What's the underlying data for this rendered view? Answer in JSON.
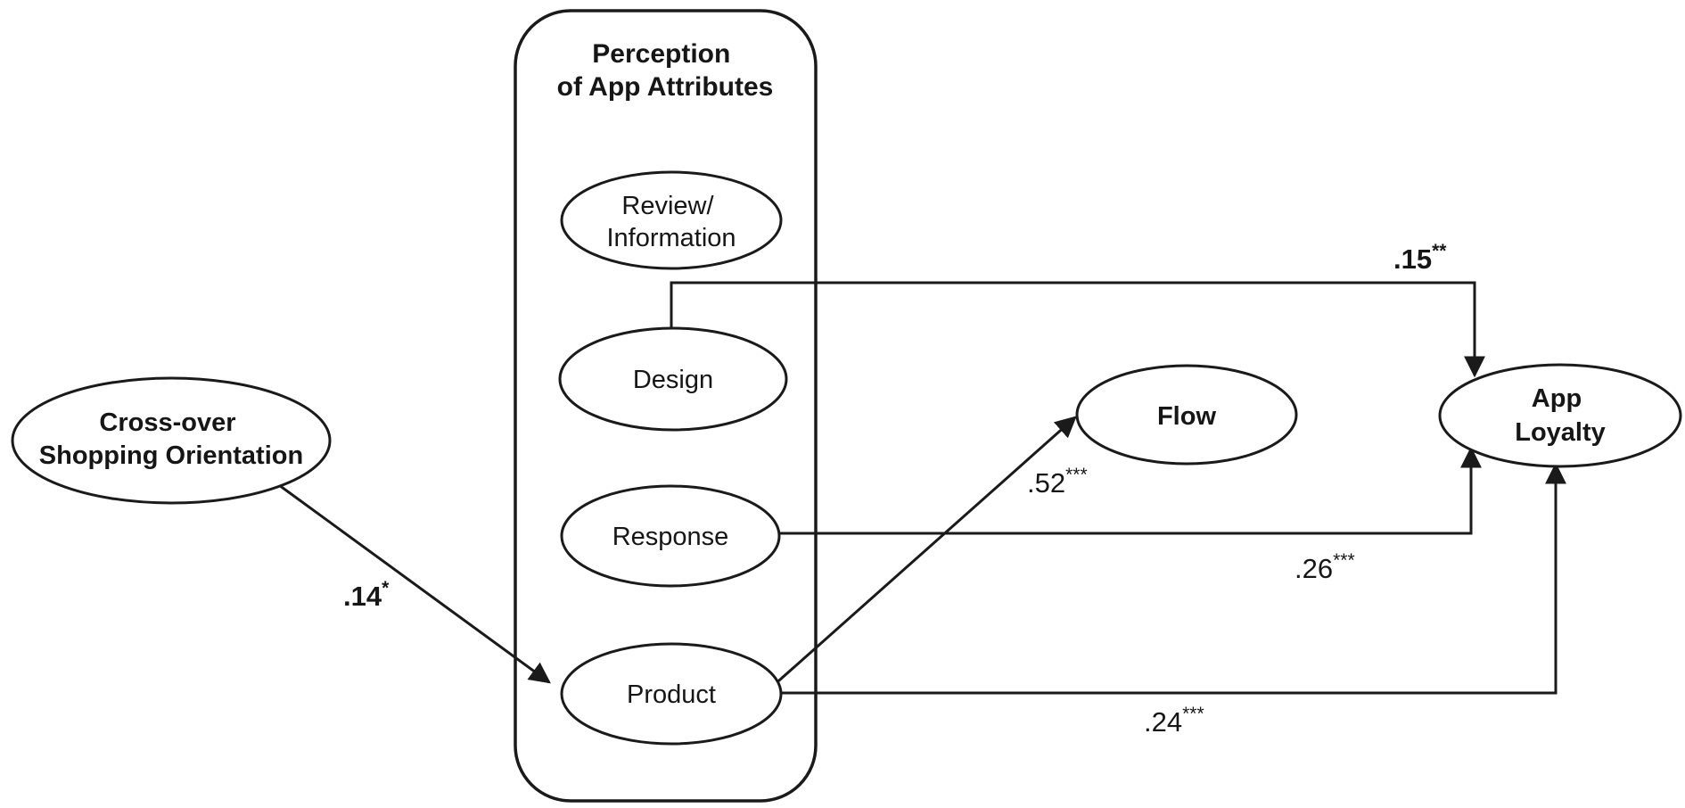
{
  "diagram": {
    "container": {
      "title_line1": "Perception",
      "title_line2": "of App Attributes"
    },
    "nodes": {
      "crossover": {
        "line1": "Cross-over",
        "line2": "Shopping Orientation"
      },
      "review": {
        "line1": "Review/",
        "line2": "Information"
      },
      "design": {
        "label": "Design"
      },
      "response": {
        "label": "Response"
      },
      "product": {
        "label": "Product"
      },
      "flow": {
        "label": "Flow"
      },
      "app_loyalty": {
        "line1": "App",
        "line2": "Loyalty"
      }
    },
    "paths": {
      "crossover_to_product": {
        "coefficient": ".14",
        "significance": "*"
      },
      "design_to_loyalty": {
        "coefficient": ".15",
        "significance": "**"
      },
      "product_to_flow": {
        "coefficient": ".52",
        "significance": "***"
      },
      "response_to_loyalty": {
        "coefficient": ".26",
        "significance": "***"
      },
      "product_to_loyalty": {
        "coefficient": ".24",
        "significance": "***"
      }
    },
    "colors": {
      "line": "#1a1a1a",
      "background": "#ffffff"
    }
  }
}
